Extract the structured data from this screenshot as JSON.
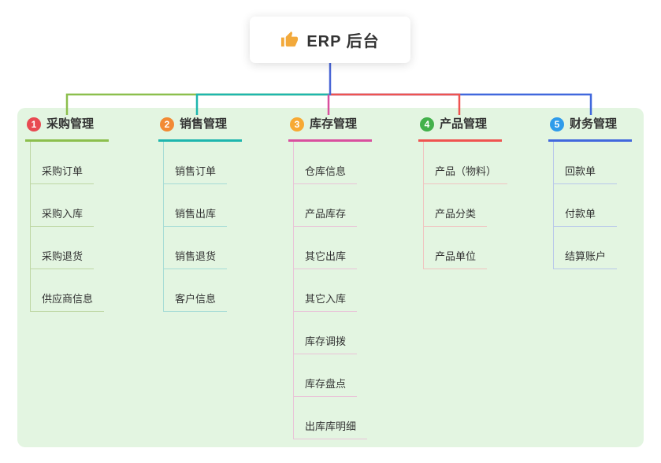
{
  "root": {
    "title": "ERP 后台",
    "icon": "thumbs-up-icon",
    "icon_color": "#f2a93b",
    "connector_color": "#4a66d6"
  },
  "canvas": {
    "background": "#ffffff",
    "panel_color": "#e3f5e1"
  },
  "branches": [
    {
      "badge": "1",
      "badge_color": "#e84a52",
      "title": "采购管理",
      "line_color": "#8cbf4d",
      "light_color": "#bed7a4",
      "children": [
        "采购订单",
        "采购入库",
        "采购退货",
        "供应商信息"
      ]
    },
    {
      "badge": "2",
      "badge_color": "#f28a35",
      "title": "销售管理",
      "line_color": "#1eb6ae",
      "light_color": "#a6dcd6",
      "children": [
        "销售订单",
        "销售出库",
        "销售退货",
        "客户信息"
      ]
    },
    {
      "badge": "3",
      "badge_color": "#f7a933",
      "title": "库存管理",
      "line_color": "#d94f9e",
      "light_color": "#e9c3d8",
      "children": [
        "仓库信息",
        "产品库存",
        "其它出库",
        "其它入库",
        "库存调拨",
        "库存盘点",
        "出库库明细"
      ]
    },
    {
      "badge": "4",
      "badge_color": "#43b14b",
      "title": "产品管理",
      "line_color": "#ef5350",
      "light_color": "#f0c4c1",
      "children": [
        "产品（物料）",
        "产品分类",
        "产品单位"
      ]
    },
    {
      "badge": "5",
      "badge_color": "#2f9bea",
      "title": "财务管理",
      "line_color": "#4168dd",
      "light_color": "#b9c8ea",
      "children": [
        "回款单",
        "付款单",
        "结算账户"
      ]
    }
  ]
}
